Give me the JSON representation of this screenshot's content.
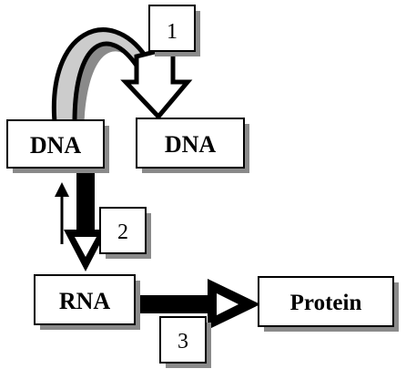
{
  "nodes": {
    "dna_source": "DNA",
    "dna_copy": "DNA",
    "rna": "RNA",
    "protein": "Protein"
  },
  "steps": {
    "step_1": "1",
    "step_2": "2",
    "step_3": "3"
  },
  "colors": {
    "box_fill": "#ffffff",
    "stroke": "#000000",
    "shadow": "#8a8a8a",
    "arc_fill": "#cccccc"
  }
}
